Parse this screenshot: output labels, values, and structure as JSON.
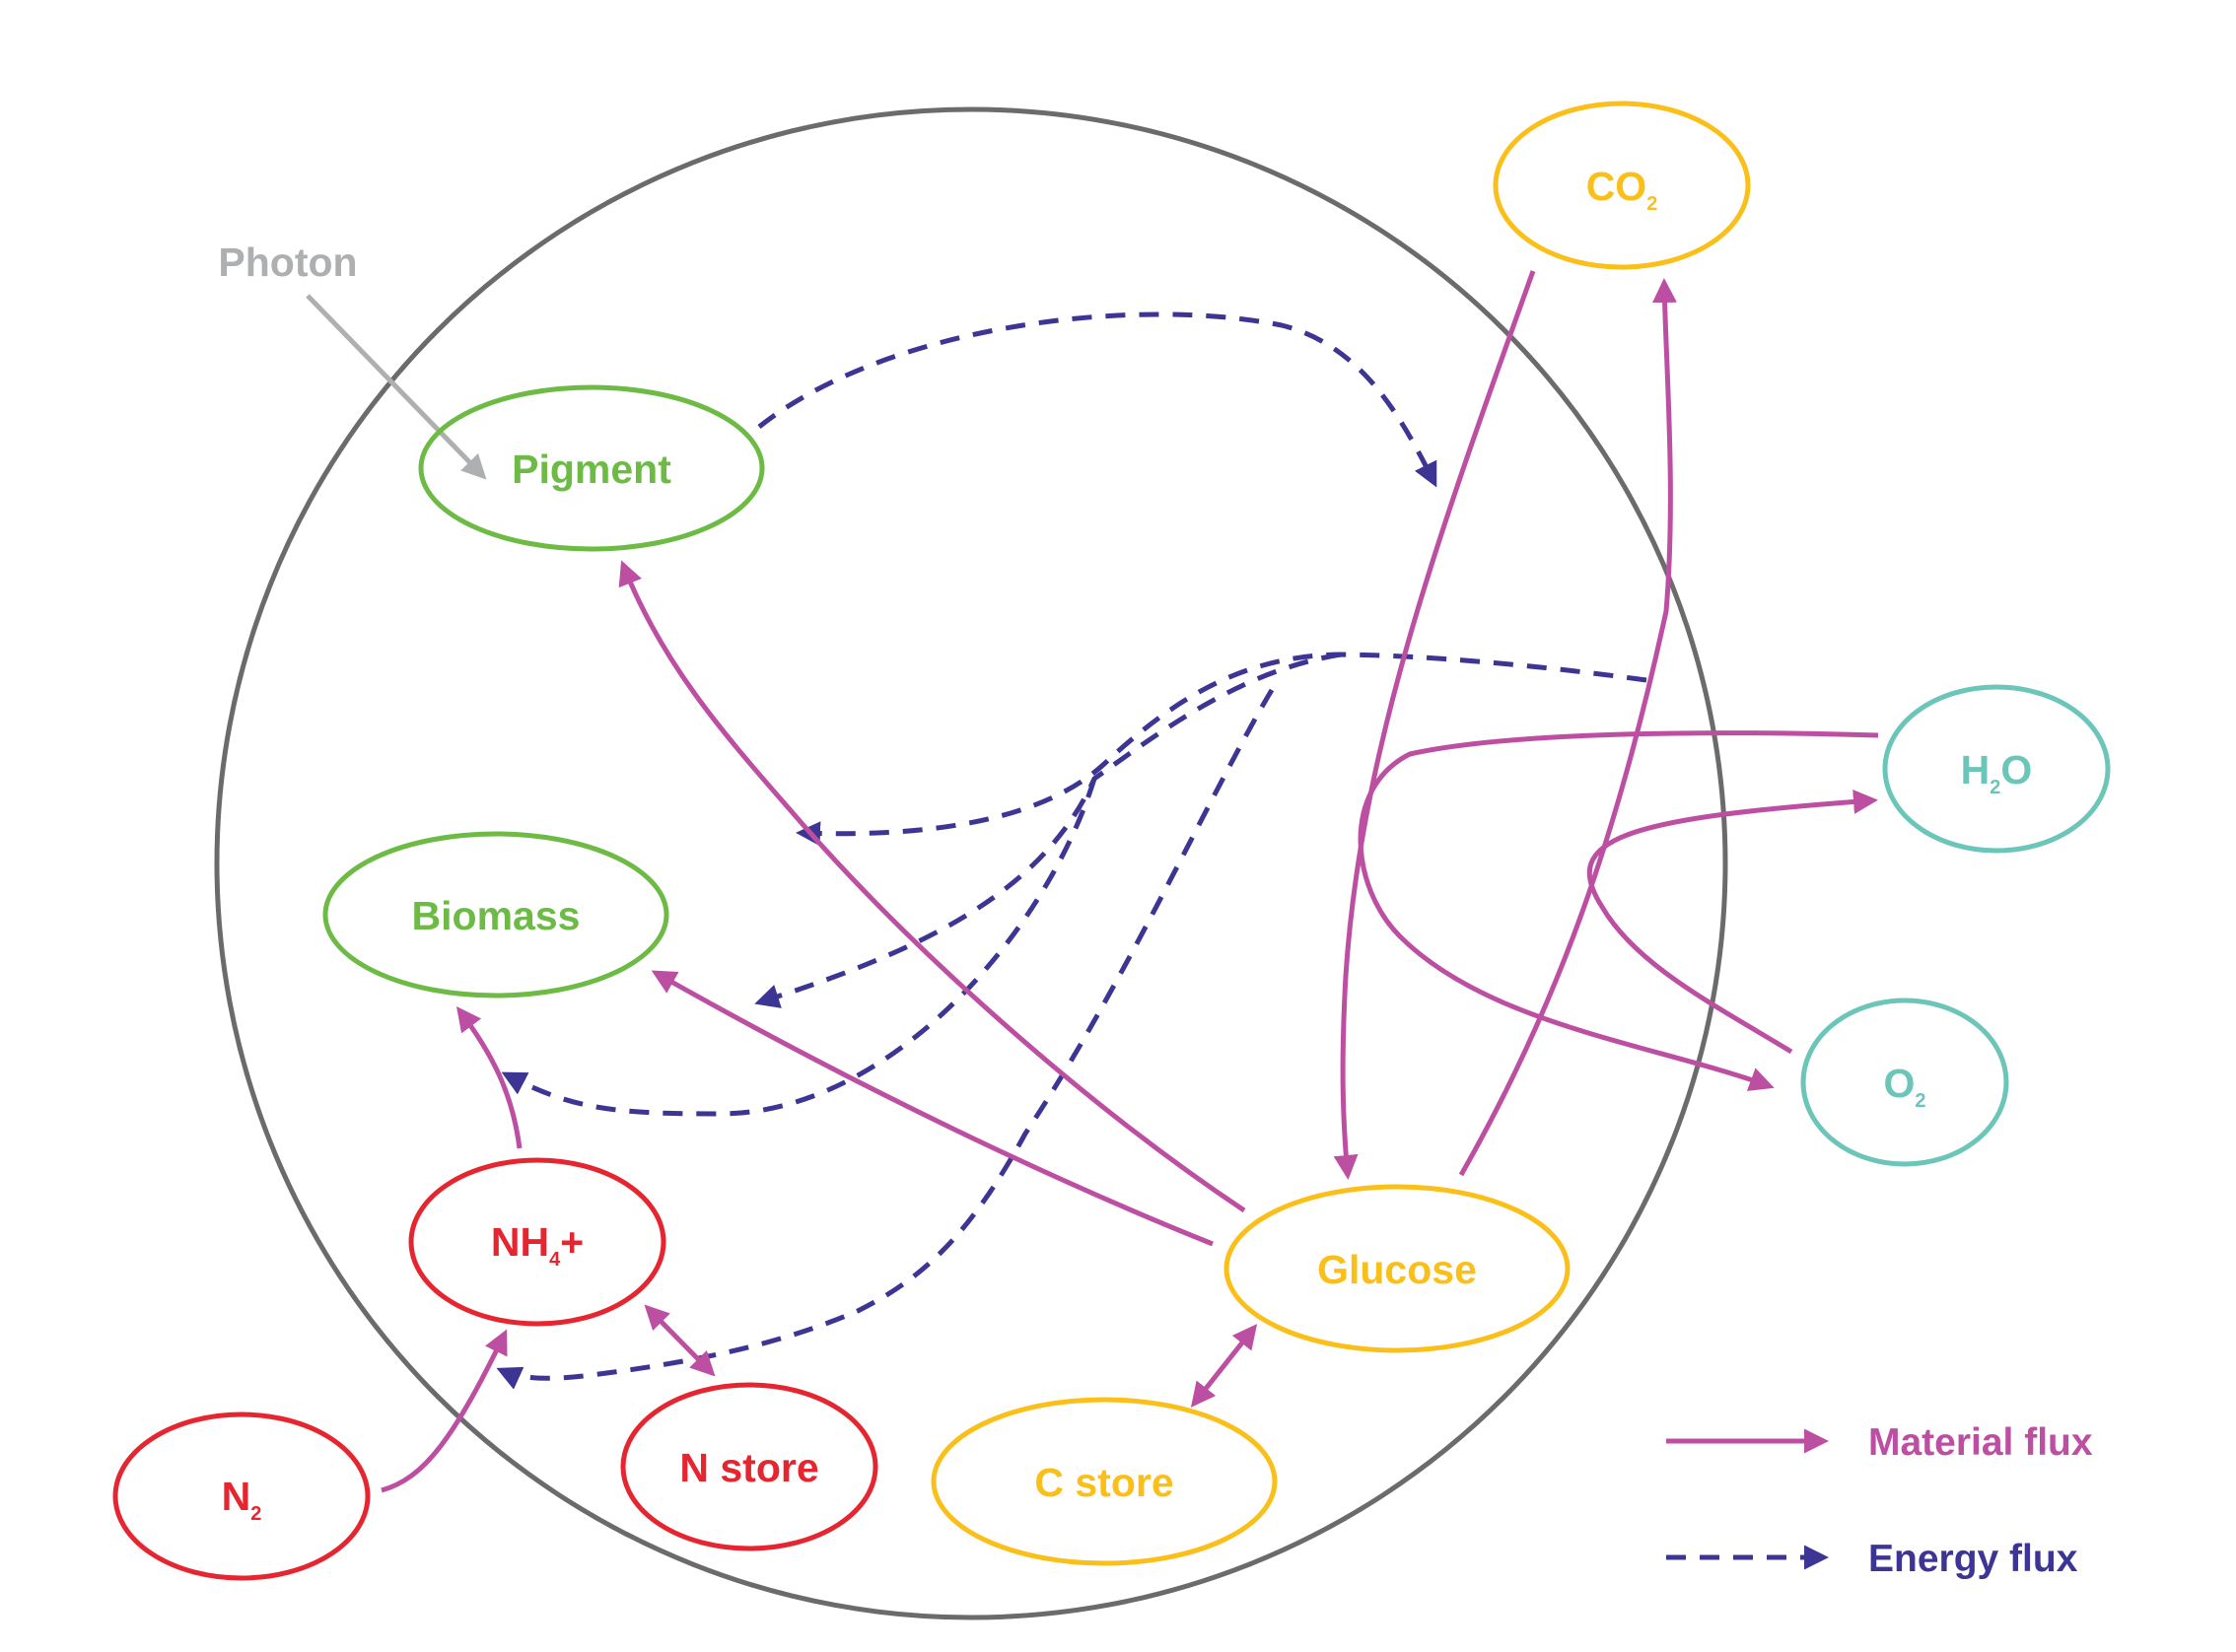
{
  "colors": {
    "cell": "#6b6b6b",
    "green": "#6dbb45",
    "red": "#e52630",
    "yellow": "#fbbf1a",
    "teal": "#6cc5b9",
    "magenta": "#bd4fa3",
    "navy": "#3d3593",
    "photon": "#aeafb1"
  },
  "nodes": {
    "pigment": "Pigment",
    "biomass": "Biomass",
    "nh4_main": "NH",
    "nh4_sub": "4",
    "nh4_tail": "+",
    "n2_main": "N",
    "n2_sub": "2",
    "n_store": "N store",
    "c_store": "C store",
    "glucose": "Glucose",
    "co2_main": "CO",
    "co2_sub": "2",
    "h2o_main1": "H",
    "h2o_sub": "2",
    "h2o_main2": "O",
    "o2_main": "O",
    "o2_sub": "2"
  },
  "photon": "Photon",
  "legend": {
    "material": "Material flux",
    "energy": "Energy flux"
  }
}
